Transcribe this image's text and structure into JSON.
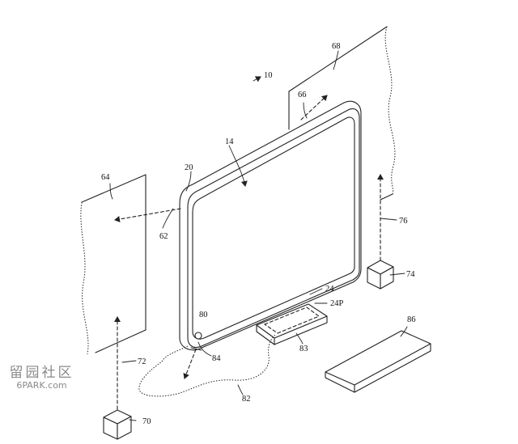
{
  "figure": {
    "labels": {
      "l10": "10",
      "l14": "14",
      "l20": "20",
      "l24": "24",
      "l24p": "24P",
      "l62": "62",
      "l64": "64",
      "l66": "66",
      "l68": "68",
      "l70": "70",
      "l72": "72",
      "l74": "74",
      "l76": "76",
      "l80": "80",
      "l82": "82",
      "l83": "83",
      "l84": "84",
      "l86": "86"
    }
  },
  "watermark": {
    "chinese": "留园社区",
    "site": "6PARK.com"
  }
}
